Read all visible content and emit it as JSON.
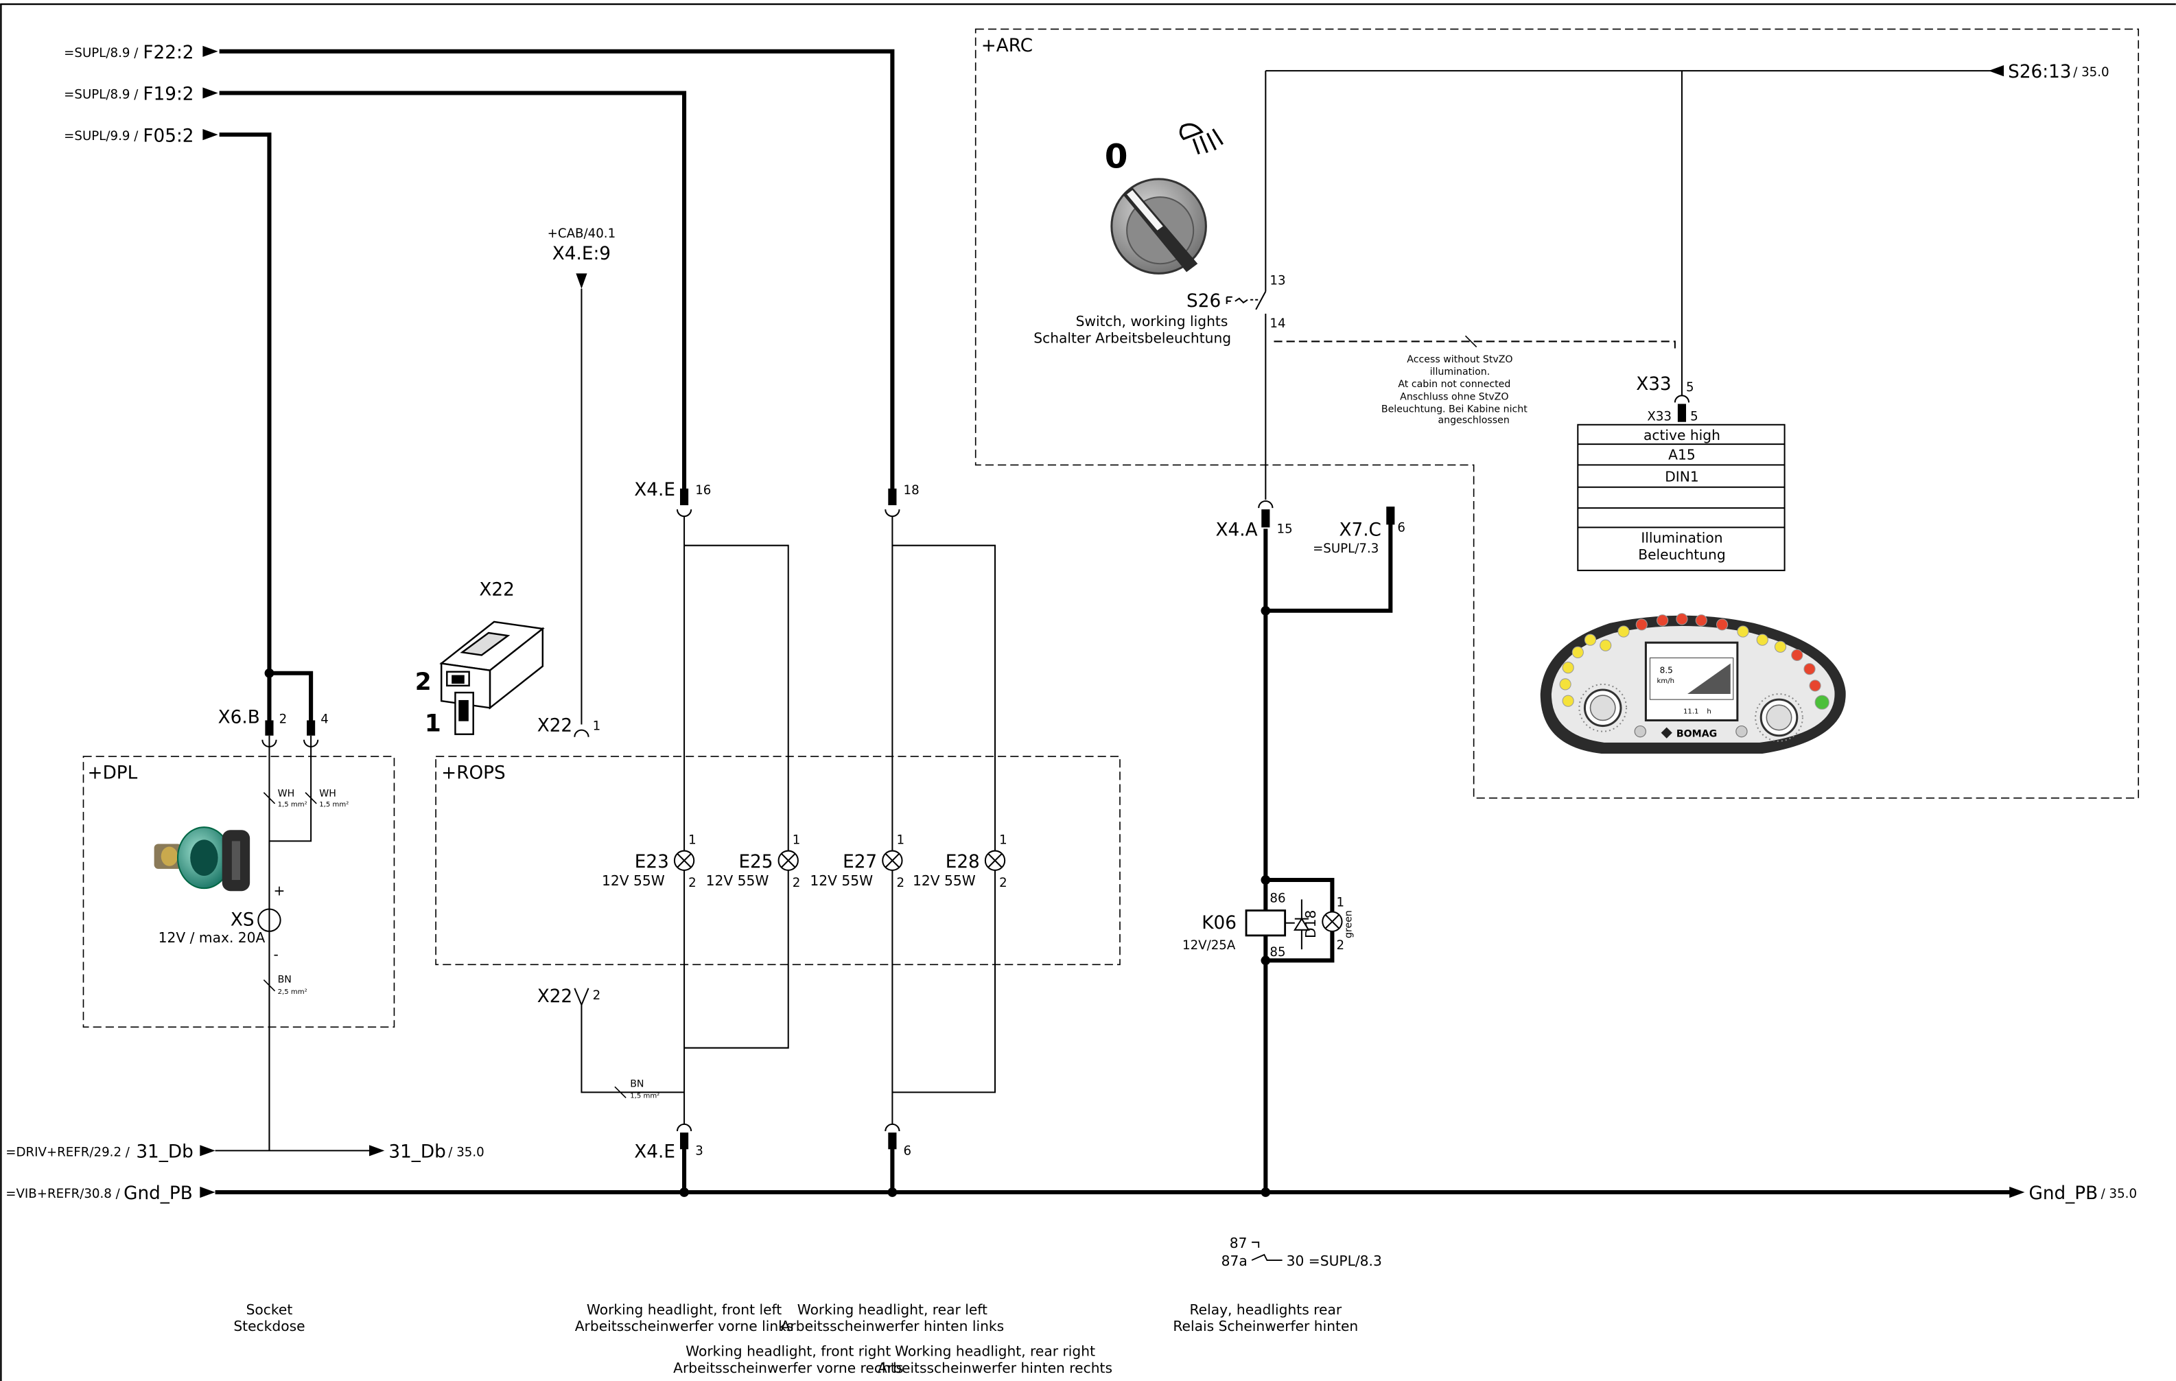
{
  "refs": {
    "f22_pre": "=SUPL/8.9 /",
    "f22": "F22:2",
    "f19_pre": "=SUPL/8.9 /",
    "f19": "F19:2",
    "f05_pre": "=SUPL/9.9 /",
    "f05": "F05:2",
    "db_pre": "=DRIV+REFR/29.2 /",
    "db": "31_Db",
    "db_out": "31_Db",
    "db_out_page": "/ 35.0",
    "gnd_pre": "=VIB+REFR/30.8 /",
    "gnd": "Gnd_PB",
    "gnd_out": "Gnd_PB",
    "gnd_out_page": "/ 35.0",
    "s26_out": "S26:13",
    "s26_out_page": "/ 35.0",
    "cab_ref": "+CAB/40.1",
    "x4e9": "X4.E:9",
    "supl73": "=SUPL/7.3",
    "relay_30": "30 =SUPL/8.3"
  },
  "locations": {
    "arc": "+ARC",
    "dpl": "+DPL",
    "rops": "+ROPS"
  },
  "connectors": {
    "x6b": "X6.B",
    "x6b_p2": "2",
    "x6b_p4": "4",
    "x22": "X22",
    "x22_pin_top": "2",
    "x22_pin_bot": "1",
    "x22_p1_label": "X22",
    "x22_p1": "1",
    "x22_p2_label": "X22",
    "x22_p2": "2",
    "x4e_top": "X4.E",
    "x4e_p16": "16",
    "x4e_p18": "18",
    "x4e_bot": "X4.E",
    "x4e_p3": "3",
    "x4e_p6": "6",
    "x4a": "X4.A",
    "x4a_p15": "15",
    "x7c": "X7.C",
    "x7c_p6": "6",
    "x33": "X33",
    "x33_p5": "5",
    "x33_inner": "X33",
    "x33_inner_p5": "5"
  },
  "switch": {
    "position": "0",
    "name": "S26",
    "pin13": "13",
    "pin14": "14",
    "desc_en": "Switch, working lights",
    "desc_de": "Schalter Arbeitsbeleuchtung"
  },
  "note": [
    "Access without StvZO",
    "illumination.",
    "At cabin not connected",
    "Anschluss ohne StvZO",
    "Beleuchtung. Bei Kabine nicht",
    "angeschlossen"
  ],
  "module": {
    "rows": [
      "active high",
      "A15",
      "DIN1",
      "",
      ""
    ],
    "bottom1": "Illumination",
    "bottom2": "Beleuchtung"
  },
  "dashboard": {
    "speed": "8.5",
    "unit": "km/h",
    "hours_label": "h",
    "hours": "11.1",
    "brand": "BOMAG"
  },
  "lamps": [
    {
      "name": "E23",
      "rating": "12V 55W",
      "p1": "1",
      "p2": "2"
    },
    {
      "name": "E25",
      "rating": "12V 55W",
      "p1": "1",
      "p2": "2"
    },
    {
      "name": "E27",
      "rating": "12V 55W",
      "p1": "1",
      "p2": "2"
    },
    {
      "name": "E28",
      "rating": "12V 55W",
      "p1": "1",
      "p2": "2"
    }
  ],
  "socket": {
    "name": "XS",
    "rating": "12V / max. 20A",
    "plus": "+",
    "minus": "-",
    "wh1": "WH",
    "wh1_size": "1,5 mm²",
    "wh2": "WH",
    "wh2_size": "1,5 mm²",
    "bn": "BN",
    "bn_size": "2,5 mm²"
  },
  "wire_bn": "BN",
  "wire_bn_size": "1,5 mm²",
  "relay": {
    "name": "K06",
    "rating": "12V/25A",
    "p86": "86",
    "p85": "85",
    "diode": "D18",
    "led_color": "green",
    "led_p1": "1",
    "led_p2": "2",
    "c87": "87",
    "c87a": "87a"
  },
  "captions": {
    "socket_en": "Socket",
    "socket_de": "Steckdose",
    "fl_en": "Working headlight, front left",
    "fl_de": "Arbeitsscheinwerfer vorne links",
    "rl_en": "Working headlight, rear left",
    "rl_de": "Arbeitsscheinwerfer hinten links",
    "fr_en": "Working headlight, front right",
    "fr_de": "Arbeitsscheinwerfer vorne rechts",
    "rr_en": "Working headlight, rear right",
    "rr_de": "Arbeitsscheinwerfer hinten rechts",
    "relay_en": "Relay, headlights rear",
    "relay_de": "Relais Scheinwerfer hinten"
  }
}
